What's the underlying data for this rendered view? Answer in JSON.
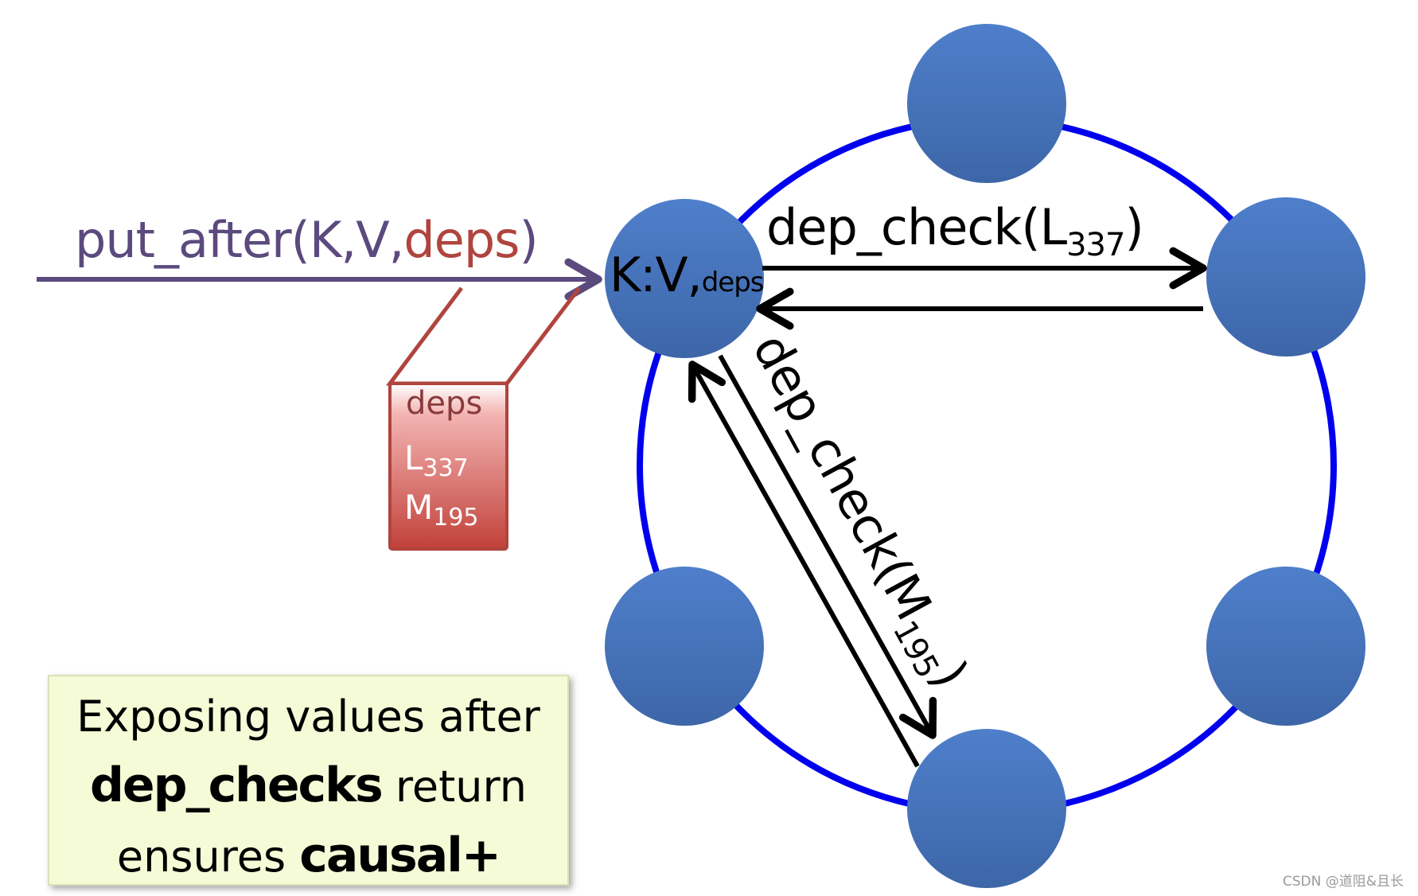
{
  "put": {
    "prefix": "put_after(K,V,",
    "deps": "deps",
    "suffix": ")"
  },
  "kv": {
    "main": "K:V,",
    "sub": "deps"
  },
  "dep_check_l": {
    "prefix": "dep_check(L",
    "sub": "337",
    "suffix": ")"
  },
  "dep_check_m": {
    "prefix": "dep_check(M",
    "sub": "195",
    "suffix": ")"
  },
  "deps_box": {
    "title": "deps",
    "items": [
      {
        "letter": "L",
        "sub": "337"
      },
      {
        "letter": "M",
        "sub": "195"
      }
    ]
  },
  "callout": {
    "line1": "Exposing values after",
    "line2_bold": "dep_checks",
    "line2_rest": " return",
    "line3_rest": "ensures ",
    "line3_bold": "causal+"
  },
  "watermark": "CSDN @道阻&且长",
  "colors": {
    "ring": "#0000ee",
    "node": "#4a78c2",
    "put_arrow": "#5b4a7e",
    "deps_red": "#b0443e",
    "callout_bg": "#f4fbd6"
  }
}
